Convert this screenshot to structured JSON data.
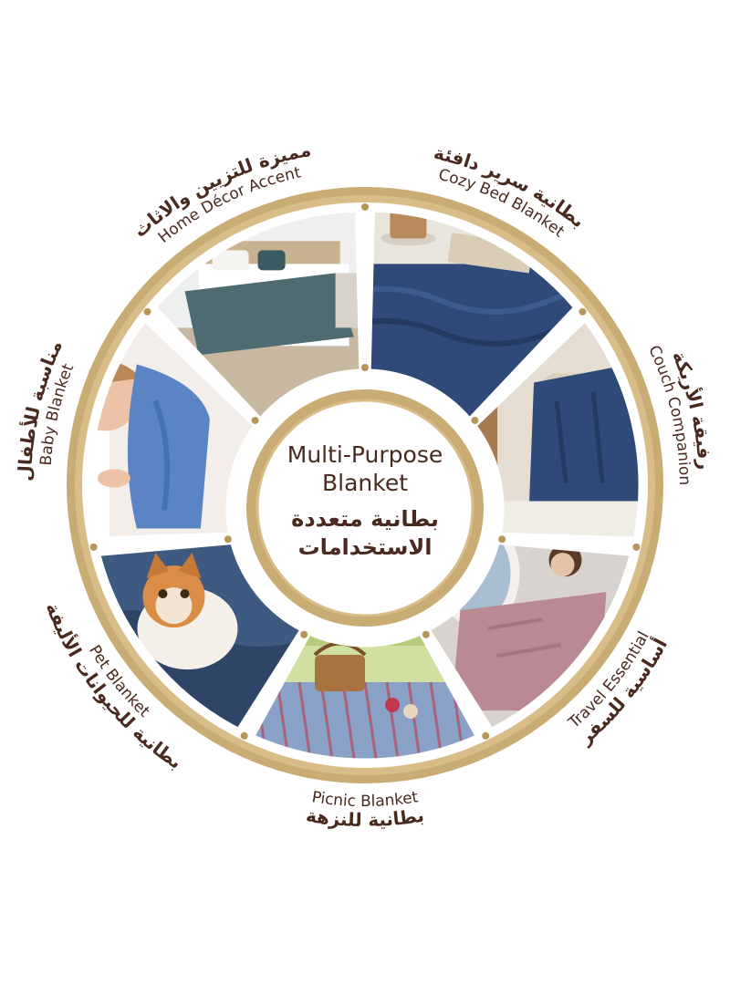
{
  "center": {
    "title_en_line1": "Multi-Purpose",
    "title_en_line2": "Blanket",
    "title_ar_line1": "بطانية متعددة",
    "title_ar_line2": "الاستخدامات"
  },
  "uses": [
    {
      "en": "Cozy Bed Blanket",
      "ar": "بطانية سرير دافئة",
      "scene": "bed-book-mug"
    },
    {
      "en": "Couch Companion",
      "ar": "رفيقة الأريكة",
      "scene": "armchair"
    },
    {
      "en": "Travel Essential",
      "ar": "أساسية للسفر",
      "scene": "airplane"
    },
    {
      "en": "Picnic Blanket",
      "ar": "بطانية للنزهة",
      "scene": "picnic"
    },
    {
      "en": "Pet Blanket",
      "ar": "بطانية للحيوانات الأليفة",
      "scene": "cat"
    },
    {
      "en": "Baby Blanket",
      "ar": "مناسبة للأطفال",
      "scene": "baby"
    },
    {
      "en": "Home Décor Accent",
      "ar": "مميزة للتزيين والاثاث",
      "scene": "bedroom"
    }
  ],
  "colors": {
    "gold": "#c9ab74",
    "gold_dark": "#b8965a",
    "text_brown": "#4a2a1e",
    "navy_blanket": "#2f4a78",
    "blue_blanket": "#5b84c4",
    "pink_blanket": "#b98a93",
    "teal_blanket": "#4e6b72"
  }
}
